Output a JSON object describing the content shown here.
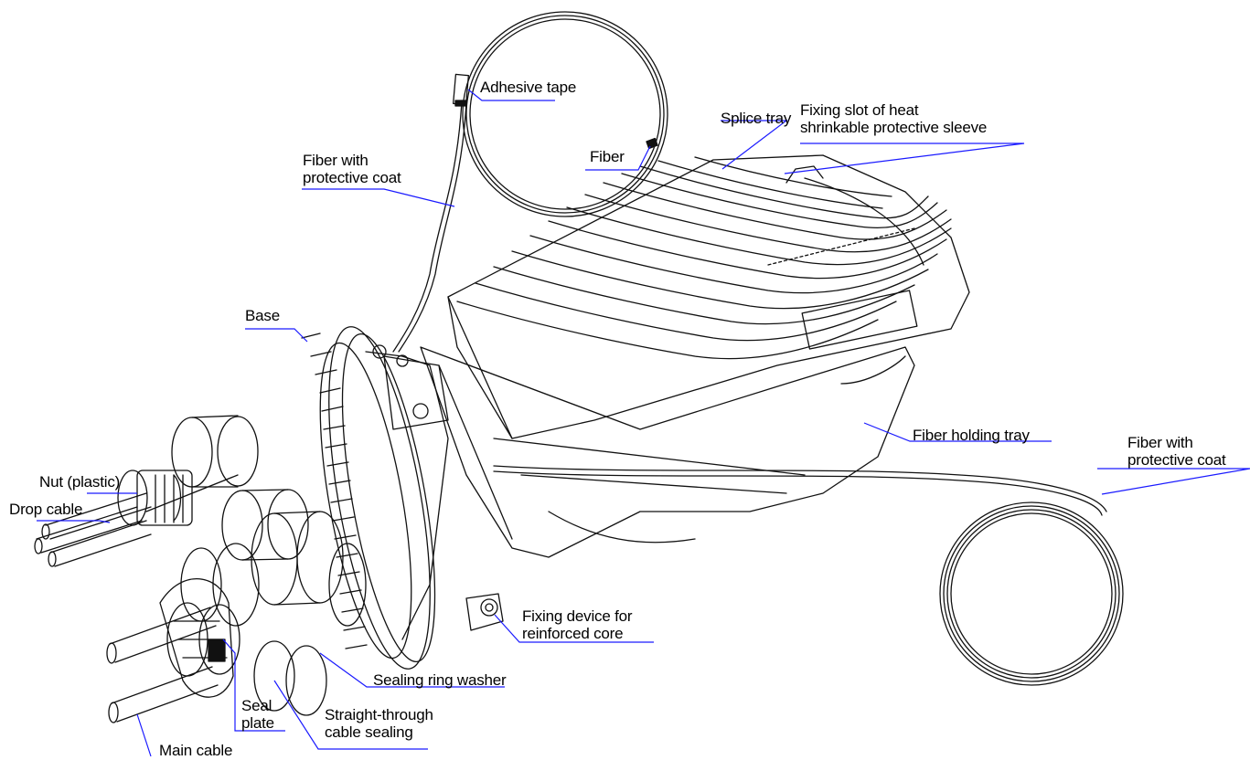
{
  "colors": {
    "leader_line": "#1a1aff",
    "drawing_line": "#111111",
    "background": "#ffffff",
    "label_text": "#000000"
  },
  "labels": {
    "adhesive_tape": "Adhesive tape",
    "fiber": "Fiber",
    "fiber_protective_coat_top_1": "Fiber with",
    "fiber_protective_coat_top_2": "protective coat",
    "splice_tray": "Splice tray",
    "fixing_slot_1": "Fixing slot of heat",
    "fixing_slot_2": "shrinkable protective sleeve",
    "base": "Base",
    "fiber_holding_tray": "Fiber holding tray",
    "fiber_protective_coat_right_1": "Fiber with",
    "fiber_protective_coat_right_2": "protective coat",
    "nut_plastic": "Nut (plastic)",
    "drop_cable": "Drop cable",
    "fixing_device_1": "Fixing device for",
    "fixing_device_2": "reinforced core",
    "sealing_ring_washer": "Sealing ring washer",
    "seal_plate_1": "Seal",
    "seal_plate_2": "plate",
    "straight_through_1": "Straight-through",
    "straight_through_2": "cable sealing",
    "main_cable": "Main cable"
  }
}
